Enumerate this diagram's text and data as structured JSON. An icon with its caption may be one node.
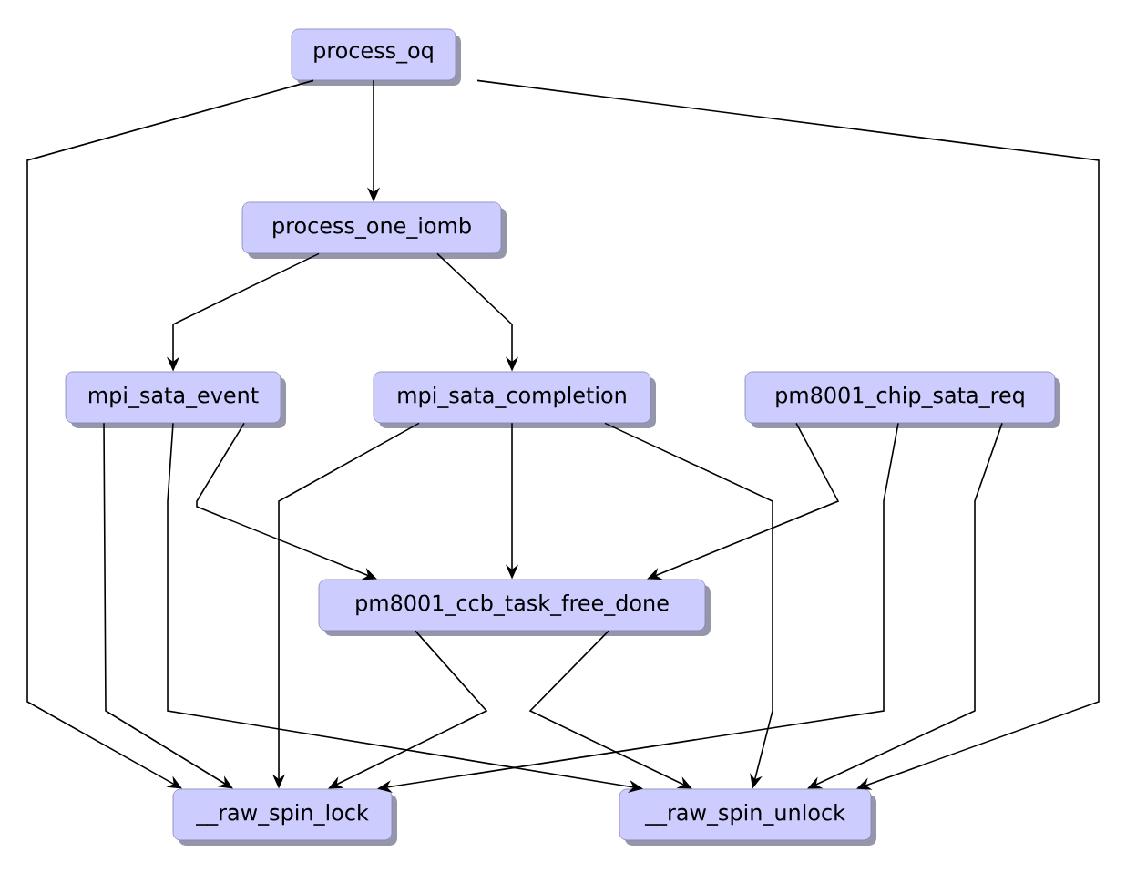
{
  "diagram": {
    "nodes": [
      {
        "text": [
          "process_oq"
        ]
      },
      {
        "text": [
          "process_one_iomb"
        ]
      },
      {
        "text": [
          "mpi_sata_event"
        ]
      },
      {
        "text": [
          "mpi_sata_completion"
        ]
      },
      {
        "text": [
          "pm8001_chip_sata_req"
        ]
      },
      {
        "text": [
          "pm8001_ccb_task_free_done"
        ]
      },
      {
        "text": [
          "__raw_spin_lock"
        ]
      },
      {
        "text": [
          "__raw_spin_unlock"
        ]
      }
    ],
    "edges": [
      {
        "from": 0,
        "to": 1,
        "arrow": "to"
      },
      {
        "from": 0,
        "to": 6,
        "arrow": "to"
      },
      {
        "from": 0,
        "to": 7,
        "arrow": "to"
      },
      {
        "from": 1,
        "to": 2,
        "arrow": "to"
      },
      {
        "from": 1,
        "to": 3,
        "arrow": "to"
      },
      {
        "from": 2,
        "to": 5,
        "arrow": "to"
      },
      {
        "from": 2,
        "to": 6,
        "arrow": "to"
      },
      {
        "from": 2,
        "to": 7,
        "arrow": "to"
      },
      {
        "from": 3,
        "to": 5,
        "arrow": "to"
      },
      {
        "from": 3,
        "to": 6,
        "arrow": "to"
      },
      {
        "from": 3,
        "to": 7,
        "arrow": "to"
      },
      {
        "from": 4,
        "to": 5,
        "arrow": "to"
      },
      {
        "from": 4,
        "to": 6,
        "arrow": "to"
      },
      {
        "from": 4,
        "to": 7,
        "arrow": "to"
      },
      {
        "from": 5,
        "to": 6,
        "arrow": "to"
      },
      {
        "from": 5,
        "to": 7,
        "arrow": "to"
      }
    ]
  }
}
